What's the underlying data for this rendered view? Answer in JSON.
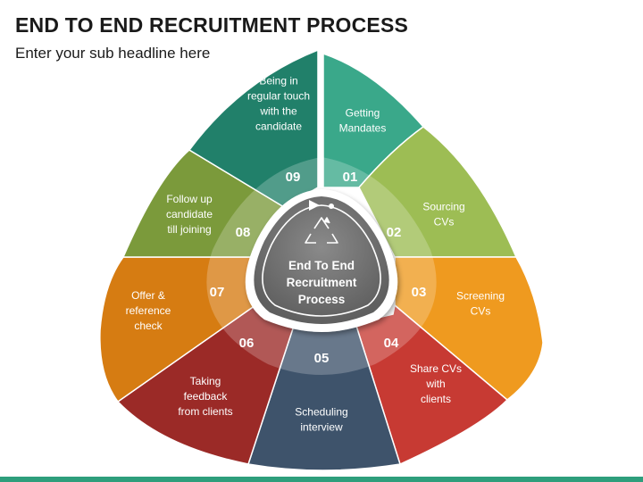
{
  "header": {
    "title": "END TO END RECRUITMENT PROCESS",
    "subtitle": "Enter your sub headline here"
  },
  "center": {
    "lines": [
      "End To End",
      "Recruitment",
      "Process"
    ],
    "icon": "recycle-arrows-icon"
  },
  "segments": [
    {
      "number": "01",
      "lines": [
        "Getting",
        "Mandates"
      ],
      "color": "#3aa88a"
    },
    {
      "number": "02",
      "lines": [
        "Sourcing",
        "CVs"
      ],
      "color": "#9dbd54"
    },
    {
      "number": "03",
      "lines": [
        "Screening",
        "CVs"
      ],
      "color": "#ef9a1f"
    },
    {
      "number": "04",
      "lines": [
        "Share CVs",
        "with",
        "clients"
      ],
      "color": "#c73a33"
    },
    {
      "number": "05",
      "lines": [
        "Scheduling",
        "interview"
      ],
      "color": "#3e536b"
    },
    {
      "number": "06",
      "lines": [
        "Taking",
        "feedback",
        "from clients"
      ],
      "color": "#9b2a27"
    },
    {
      "number": "07",
      "lines": [
        "Offer &",
        "reference",
        "check"
      ],
      "color": "#d67c12"
    },
    {
      "number": "08",
      "lines": [
        "Follow up",
        "candidate",
        "till joining"
      ],
      "color": "#7b9a3b"
    },
    {
      "number": "09",
      "lines": [
        "Being in",
        "regular touch",
        "with the",
        "candidate"
      ],
      "color": "#21806a"
    }
  ],
  "accent_bar_color": "#2e9e7c"
}
